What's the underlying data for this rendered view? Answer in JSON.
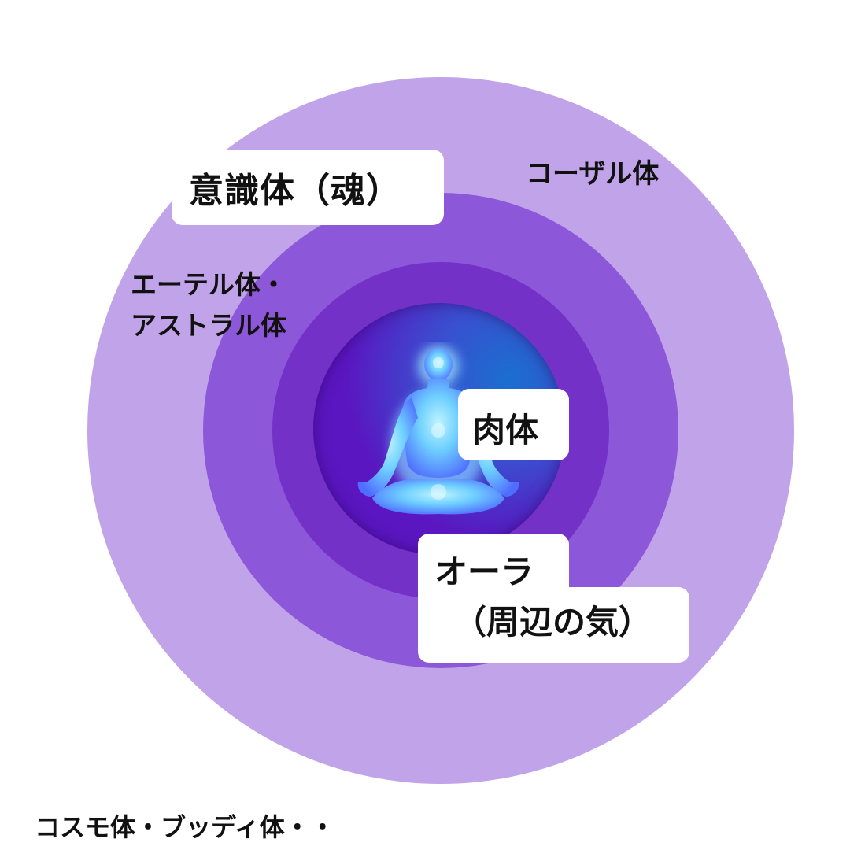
{
  "diagram": {
    "layers": [
      {
        "id": "causal",
        "color": "#c0a3e8"
      },
      {
        "id": "etheric-astral",
        "color": "#8c57d8"
      },
      {
        "id": "aura",
        "color": "#7331c8"
      },
      {
        "id": "physical",
        "color_from": "#5a16c0",
        "color_to": "#1a6fd0"
      }
    ],
    "figure": {
      "icon": "meditating-person-icon",
      "glow_color": "#6fd0ff"
    }
  },
  "labels": {
    "soul": "意識体（魂）",
    "causal_body": "コーザル体",
    "etheric_line1": "エーテル体・",
    "etheric_line2": "アストラル体",
    "physical_body": "肉体",
    "aura_line1": "オーラ",
    "aura_line2": "（周辺の気）",
    "cosmic": "コスモ体・ブッディ体・・"
  }
}
